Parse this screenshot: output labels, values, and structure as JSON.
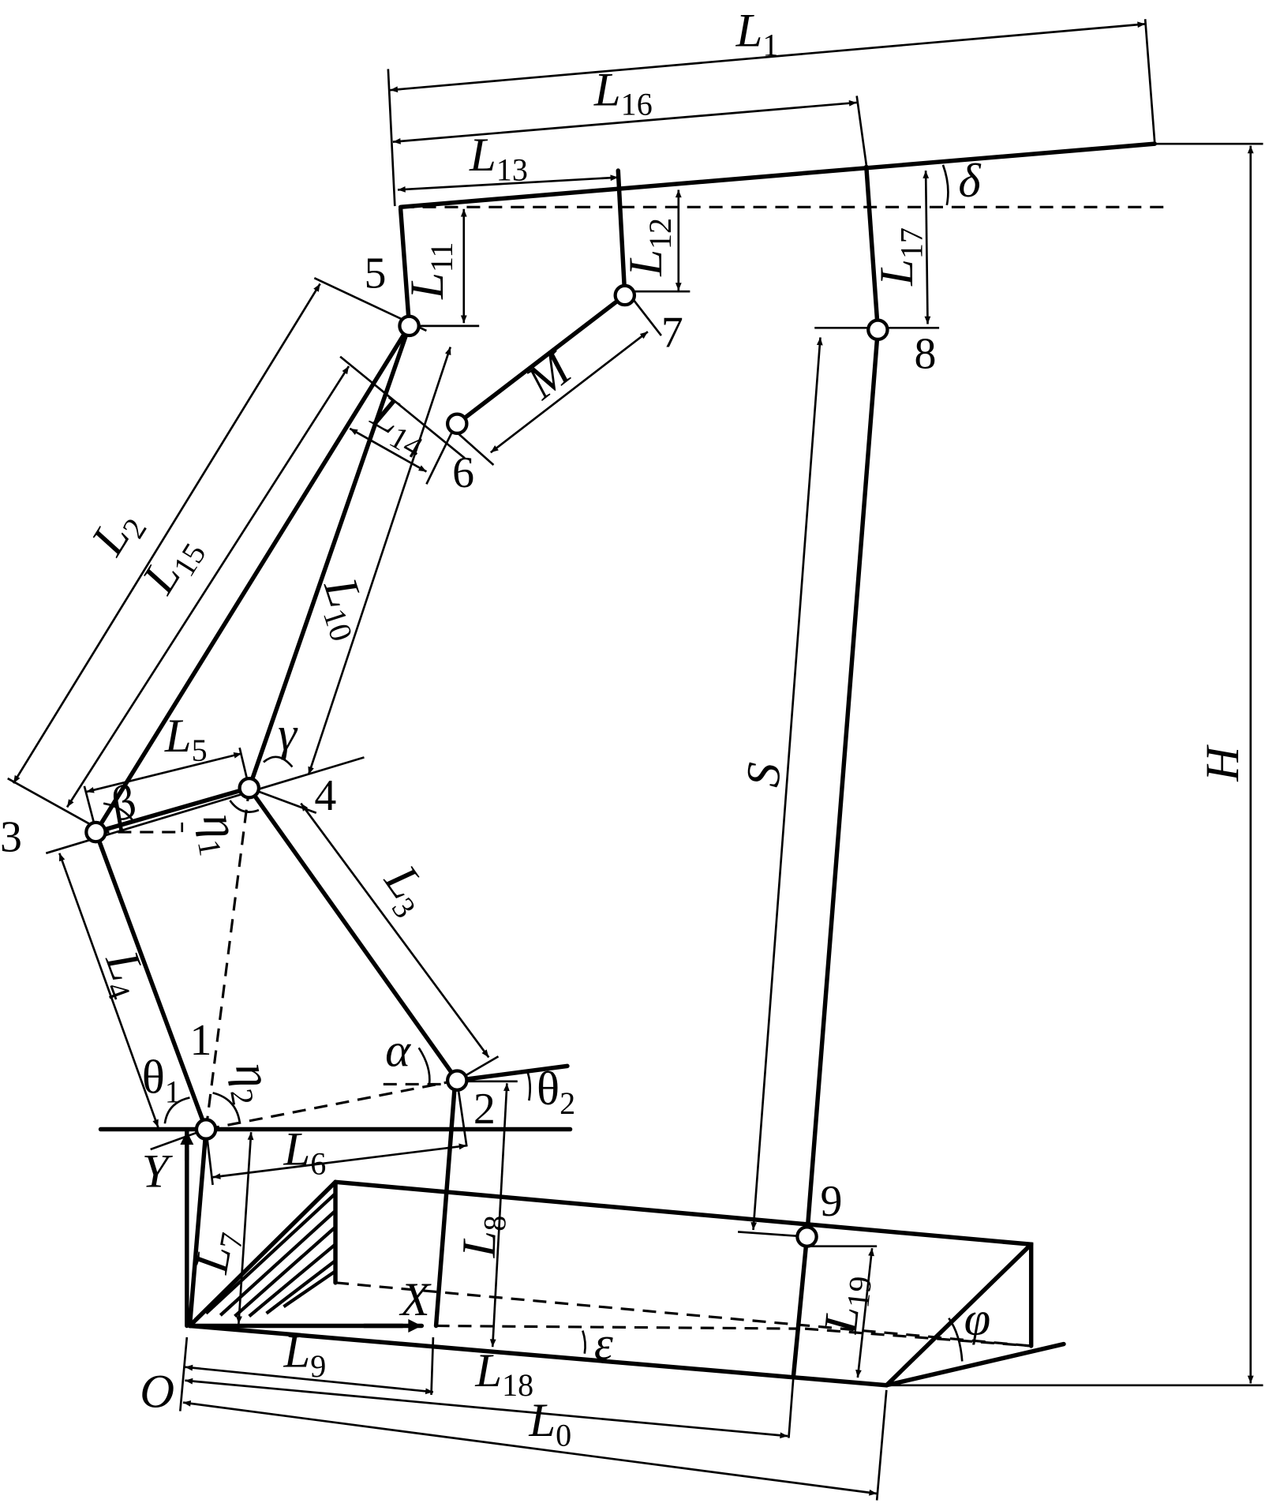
{
  "dimensions": {
    "L0": {
      "main": "L",
      "sub": "0"
    },
    "L1": {
      "main": "L",
      "sub": "1"
    },
    "L2": {
      "main": "L",
      "sub": "2"
    },
    "L3": {
      "main": "L",
      "sub": "3"
    },
    "L4": {
      "main": "L",
      "sub": "4"
    },
    "L5": {
      "main": "L",
      "sub": "5"
    },
    "L6": {
      "main": "L",
      "sub": "6"
    },
    "L7": {
      "main": "L",
      "sub": "7"
    },
    "L8": {
      "main": "L",
      "sub": "8"
    },
    "L9": {
      "main": "L",
      "sub": "9"
    },
    "L10": {
      "main": "L",
      "sub": "10"
    },
    "L11": {
      "main": "L",
      "sub": "11"
    },
    "L12": {
      "main": "L",
      "sub": "12"
    },
    "L13": {
      "main": "L",
      "sub": "13"
    },
    "L14": {
      "main": "L",
      "sub": "14"
    },
    "L15": {
      "main": "L",
      "sub": "15"
    },
    "L16": {
      "main": "L",
      "sub": "16"
    },
    "L17": {
      "main": "L",
      "sub": "17"
    },
    "L18": {
      "main": "L",
      "sub": "18"
    },
    "L19": {
      "main": "L",
      "sub": "19"
    },
    "M": "M",
    "S": "S",
    "H": "H"
  },
  "joints": [
    "1",
    "2",
    "3",
    "4",
    "5",
    "6",
    "7",
    "8",
    "9"
  ],
  "angles": {
    "theta1": {
      "main": "θ",
      "sub": "1"
    },
    "theta2": {
      "main": "θ",
      "sub": "2"
    },
    "eta1": {
      "main": "η",
      "sub": "1"
    },
    "eta2": {
      "main": "η",
      "sub": "2"
    },
    "alpha": "α",
    "beta": "β",
    "gamma": "γ",
    "delta": "δ",
    "epsilon": "ε",
    "phi": "φ"
  },
  "axes": {
    "x": "X",
    "y": "Y",
    "origin": "O"
  }
}
